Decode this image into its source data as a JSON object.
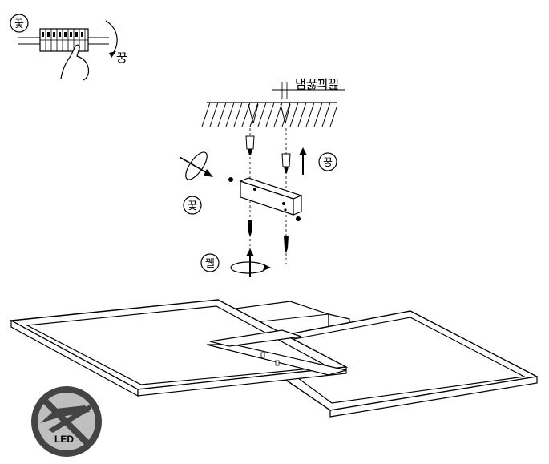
{
  "labels": {
    "terminal_circle": "꿎",
    "rotate_text": "꿍",
    "ceiling_text": "냄꿇끠끮",
    "up_circle": "꿍",
    "drill_circle": "꿏",
    "screw_circle": "꿸"
  },
  "icons": {
    "no_touch_led": "no-touch-led-icon",
    "led_text": "LED"
  },
  "colors": {
    "line": "#000000",
    "frame_fill": "#ffffff",
    "icon_fill": "#444444",
    "icon_bg": "#bfbfbf"
  }
}
